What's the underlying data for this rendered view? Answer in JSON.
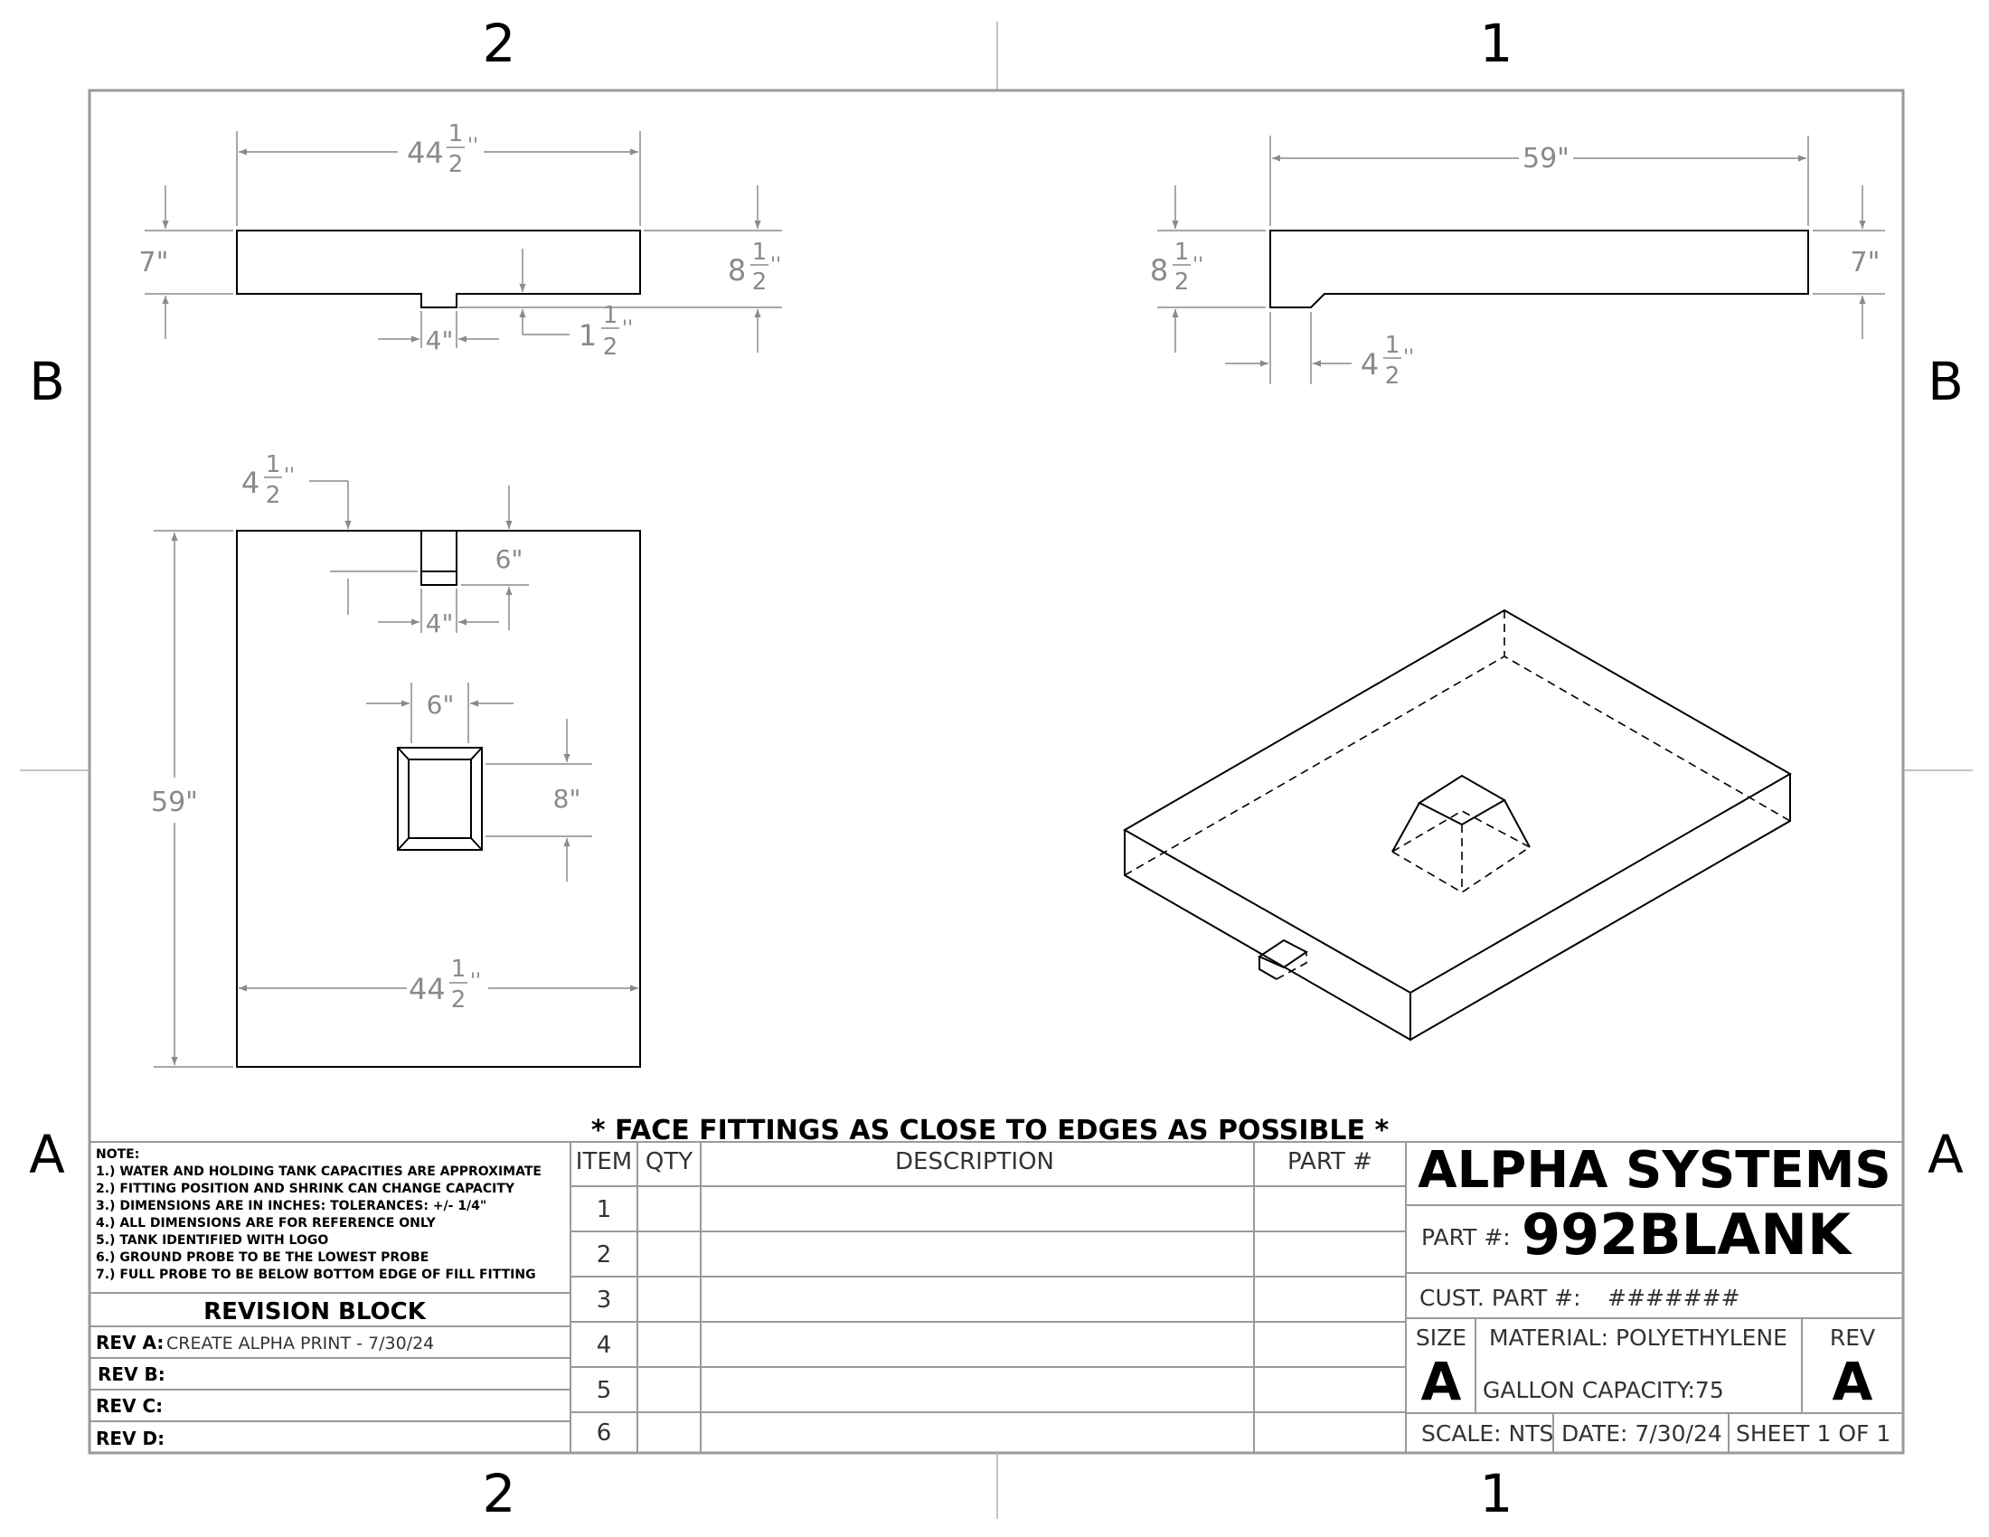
{
  "zones": {
    "top_left": "2",
    "top_right": "1",
    "bottom_left": "2",
    "bottom_right": "1",
    "left_upper": "B",
    "left_lower": "A",
    "right_upper": "B",
    "right_lower": "A"
  },
  "views": {
    "front": {
      "width_whole": "44",
      "width_num": "1",
      "width_den": "2",
      "left_height": "7\"",
      "right_whole": "8",
      "right_num": "1",
      "right_den": "2",
      "notch_width": "4\"",
      "notch_whole": "1",
      "notch_num": "1",
      "notch_den": "2"
    },
    "side": {
      "length": "59\"",
      "left_whole": "8",
      "left_num": "1",
      "left_den": "2",
      "right_height": "7\"",
      "bottom_whole": "4",
      "bottom_num": "1",
      "bottom_den": "2"
    },
    "top": {
      "notch_off_whole": "4",
      "notch_off_num": "1",
      "notch_off_den": "2",
      "notch_depth": "6\"",
      "notch_width": "4\"",
      "fitting_width": "6\"",
      "fitting_height": "8\"",
      "length": "59\"",
      "width_whole": "44",
      "width_num": "1",
      "width_den": "2"
    }
  },
  "banner": "* FACE FITTINGS AS CLOSE TO EDGES AS POSSIBLE *",
  "notes": {
    "heading": "NOTE:",
    "lines": [
      "1.) WATER AND HOLDING TANK CAPACITIES ARE APPROXIMATE",
      "2.) FITTING POSITION AND SHRINK CAN CHANGE CAPACITY",
      "3.) DIMENSIONS ARE IN INCHES: TOLERANCES: +/-  1/4\"",
      "4.) ALL DIMENSIONS ARE FOR REFERENCE ONLY",
      "5.) TANK IDENTIFIED WITH LOGO",
      "6.) GROUND PROBE TO BE THE LOWEST PROBE",
      "7.) FULL PROBE TO BE BELOW BOTTOM EDGE OF FILL FITTING"
    ]
  },
  "revision_block": {
    "title": "REVISION BLOCK",
    "rows": [
      {
        "label": "REV A:",
        "text": "CREATE ALPHA PRINT - 7/30/24"
      },
      {
        "label": "REV B:",
        "text": ""
      },
      {
        "label": "REV C:",
        "text": ""
      },
      {
        "label": "REV D:",
        "text": ""
      }
    ]
  },
  "bom": {
    "headers": {
      "item": "ITEM",
      "qty": "QTY",
      "description": "DESCRIPTION",
      "part": "PART #"
    },
    "items": [
      "1",
      "2",
      "3",
      "4",
      "5",
      "6"
    ]
  },
  "title_block": {
    "company": "ALPHA SYSTEMS",
    "part_label": "PART #:",
    "part_number": "992BLANK",
    "cust_part_label": "CUST. PART #:",
    "cust_part_value": "#######",
    "size_label": "SIZE",
    "size_value": "A",
    "material": "MATERIAL: POLYETHYLENE",
    "capacity": "GALLON CAPACITY:75",
    "rev_label": "REV",
    "rev_value": "A",
    "scale": "SCALE: NTS",
    "date": "DATE: 7/30/24",
    "sheet": "SHEET 1 OF 1"
  }
}
